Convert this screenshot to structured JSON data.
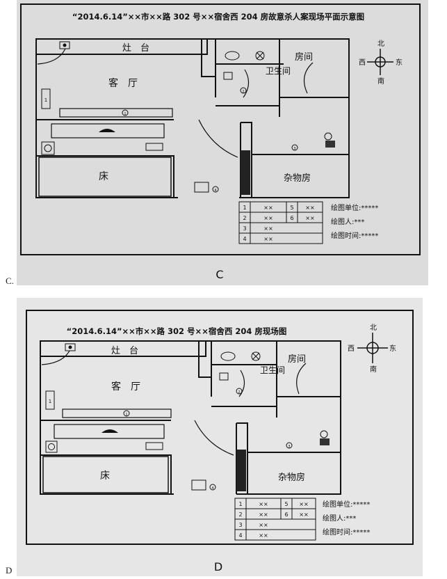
{
  "panels": [
    {
      "id": "C",
      "side_label": "C.",
      "title": "“2014.6.14”××市××路 302 号××宿舍西 204 房故意杀人案现场平面示意图",
      "caption": "C"
    },
    {
      "id": "D",
      "side_label": "D",
      "title": "“2014.6.14”××市××路 302 号××宿舍西 204 房现场图",
      "caption": "D"
    }
  ],
  "rooms": {
    "stove": "灶　台",
    "living": "客　厅",
    "bathroom": "卫生间",
    "bedroom": "房间",
    "bed": "床",
    "storage": "杂物房"
  },
  "compass": {
    "north": "北",
    "south": "南",
    "west": "西",
    "east": "东"
  },
  "legend": {
    "rows": [
      [
        "1",
        "××",
        "5",
        "××"
      ],
      [
        "2",
        "××",
        "6",
        "××"
      ],
      [
        "3",
        "××",
        "",
        ""
      ],
      [
        "4",
        "××",
        "",
        ""
      ]
    ],
    "info": [
      "绘图单位:*****",
      "绘图人:***",
      "绘图时间:*****"
    ]
  },
  "marks": {
    "circle_1": "1",
    "circle_2": "2",
    "circle_3": "3",
    "circle_4": "4",
    "rect_1": "1"
  }
}
